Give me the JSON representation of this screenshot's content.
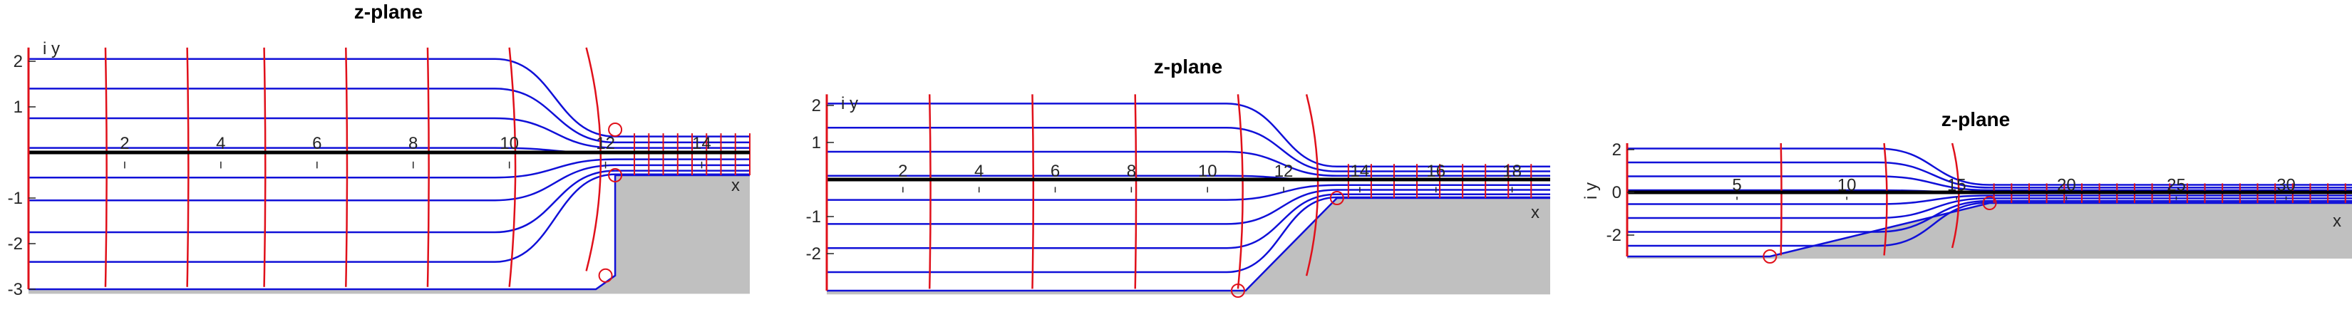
{
  "chart_data": [
    {
      "type": "line",
      "title": "z-plane",
      "xlabel": "x",
      "ylabel": "i y",
      "xlim": [
        0,
        15
      ],
      "ylim": [
        -3,
        2.3
      ],
      "xticks": [
        2,
        4,
        6,
        8,
        10,
        12,
        14
      ],
      "xtick_labels": [
        "2",
        "4",
        "6",
        "8",
        "10",
        "12",
        "14"
      ],
      "yticks": [
        2,
        1,
        -1,
        -2,
        -3
      ],
      "ytick_labels": [
        "2",
        "1",
        "-1",
        "-2",
        "-3"
      ],
      "boundary": [
        [
          0,
          -3
        ],
        [
          11.8,
          -3
        ],
        [
          12.2,
          -2.7
        ],
        [
          12.2,
          -0.5
        ],
        [
          15,
          -0.5
        ]
      ],
      "step_corner": [
        12.2,
        -0.5
      ],
      "blue_streamlines_left_y": [
        2.05,
        1.4,
        0.75,
        0.1,
        -0.55,
        -1.05,
        -1.75,
        -2.4
      ],
      "blue_streamlines_right_y": [
        0.35,
        0.22,
        0.1,
        -0.02,
        -0.15,
        -0.28,
        -0.4,
        -0.48
      ],
      "red_equipotential_x": [
        1.6,
        3.3,
        4.9,
        6.6,
        8.3,
        10.0,
        11.6
      ],
      "red_vertical_right_x": [
        12.6,
        12.9,
        13.2,
        13.5,
        13.8,
        14.1,
        14.4,
        14.7,
        15.0
      ],
      "black_axis_y": 0,
      "markers": [
        [
          12.2,
          0.5
        ],
        [
          12.2,
          -0.5
        ],
        [
          12.0,
          -2.7
        ]
      ]
    },
    {
      "type": "line",
      "title": "z-plane",
      "xlabel": "x",
      "ylabel": "i y",
      "xlim": [
        0,
        19
      ],
      "ylim": [
        -3,
        2.3
      ],
      "xticks": [
        2,
        4,
        6,
        8,
        10,
        12,
        14,
        16,
        18
      ],
      "xtick_labels": [
        "2",
        "4",
        "6",
        "8",
        "10",
        "12",
        "14",
        "16",
        "18"
      ],
      "yticks": [
        2,
        1,
        -1,
        -2
      ],
      "ytick_labels": [
        "2",
        "1",
        "-1",
        "-2"
      ],
      "boundary": [
        [
          0,
          -3
        ],
        [
          11,
          -3
        ],
        [
          13.4,
          -0.5
        ],
        [
          19,
          -0.5
        ]
      ],
      "step_corner": [
        13.4,
        -0.5
      ],
      "blue_streamlines_left_y": [
        2.05,
        1.4,
        0.75,
        0.1,
        -0.55,
        -1.2,
        -1.85,
        -2.5
      ],
      "blue_streamlines_right_y": [
        0.35,
        0.22,
        0.1,
        -0.02,
        -0.15,
        -0.28,
        -0.4,
        -0.48
      ],
      "red_equipotential_x": [
        2.7,
        5.4,
        8.1,
        10.8,
        12.6
      ],
      "red_vertical_right_x": [
        13.7,
        14.3,
        14.9,
        15.5,
        16.1,
        16.7,
        17.3,
        17.9,
        18.5
      ],
      "black_axis_y": 0,
      "markers": [
        [
          13.4,
          -0.5
        ],
        [
          10.8,
          -3
        ]
      ]
    },
    {
      "type": "line",
      "title": "z-plane",
      "xlabel": "x",
      "ylabel": "i y",
      "xlim": [
        0,
        33
      ],
      "ylim": [
        -3,
        2.3
      ],
      "xticks": [
        5,
        10,
        15,
        20,
        25,
        30
      ],
      "xtick_labels": [
        "5",
        "10",
        "15",
        "20",
        "25",
        "30"
      ],
      "yticks": [
        2,
        0,
        -2
      ],
      "ytick_labels": [
        "2",
        "0",
        "-2"
      ],
      "boundary": [
        [
          0,
          -3
        ],
        [
          6.5,
          -3
        ],
        [
          16.5,
          -0.5
        ],
        [
          33,
          -0.5
        ]
      ],
      "step_corner": [
        16.5,
        -0.5
      ],
      "blue_streamlines_left_y": [
        2.05,
        1.4,
        0.75,
        0.1,
        -0.55,
        -1.2,
        -1.85,
        -2.5
      ],
      "blue_streamlines_right_y": [
        0.35,
        0.22,
        0.1,
        -0.02,
        -0.15,
        -0.28,
        -0.4,
        -0.48
      ],
      "red_equipotential_x": [
        7.0,
        11.7,
        14.8
      ],
      "red_vertical_right_x": [
        16.7,
        17.5,
        18.3,
        19.1,
        19.9,
        20.7,
        21.5,
        22.3,
        23.1,
        23.9,
        24.7,
        25.5,
        26.3,
        27.1,
        27.9,
        28.7,
        29.5,
        30.3,
        31.1,
        31.9,
        32.7
      ],
      "black_axis_y": 0,
      "markers": [
        [
          16.5,
          -0.5
        ],
        [
          6.5,
          -3
        ]
      ]
    }
  ]
}
